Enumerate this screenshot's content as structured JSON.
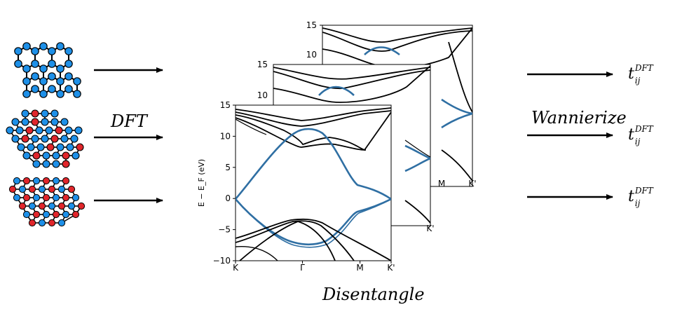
{
  "steps": {
    "dft": "DFT",
    "disentangle": "Disentangle",
    "wannierize": "Wannierize"
  },
  "output": {
    "base": "t",
    "sup": "DFT",
    "sub": "ij"
  },
  "colors": {
    "atom_blue": "#1e90e8",
    "atom_red": "#e0262b",
    "band_blue": "#2f6fa3",
    "band_black": "#000000"
  },
  "chart_data": {
    "type": "line",
    "ylabel": "E − E_F (eV)",
    "ylim": [
      -10,
      15
    ],
    "yticks": [
      "−10",
      "−5",
      "0",
      "5",
      "10",
      "15"
    ],
    "xticks": [
      "K",
      "Γ",
      "M",
      "K'"
    ]
  }
}
